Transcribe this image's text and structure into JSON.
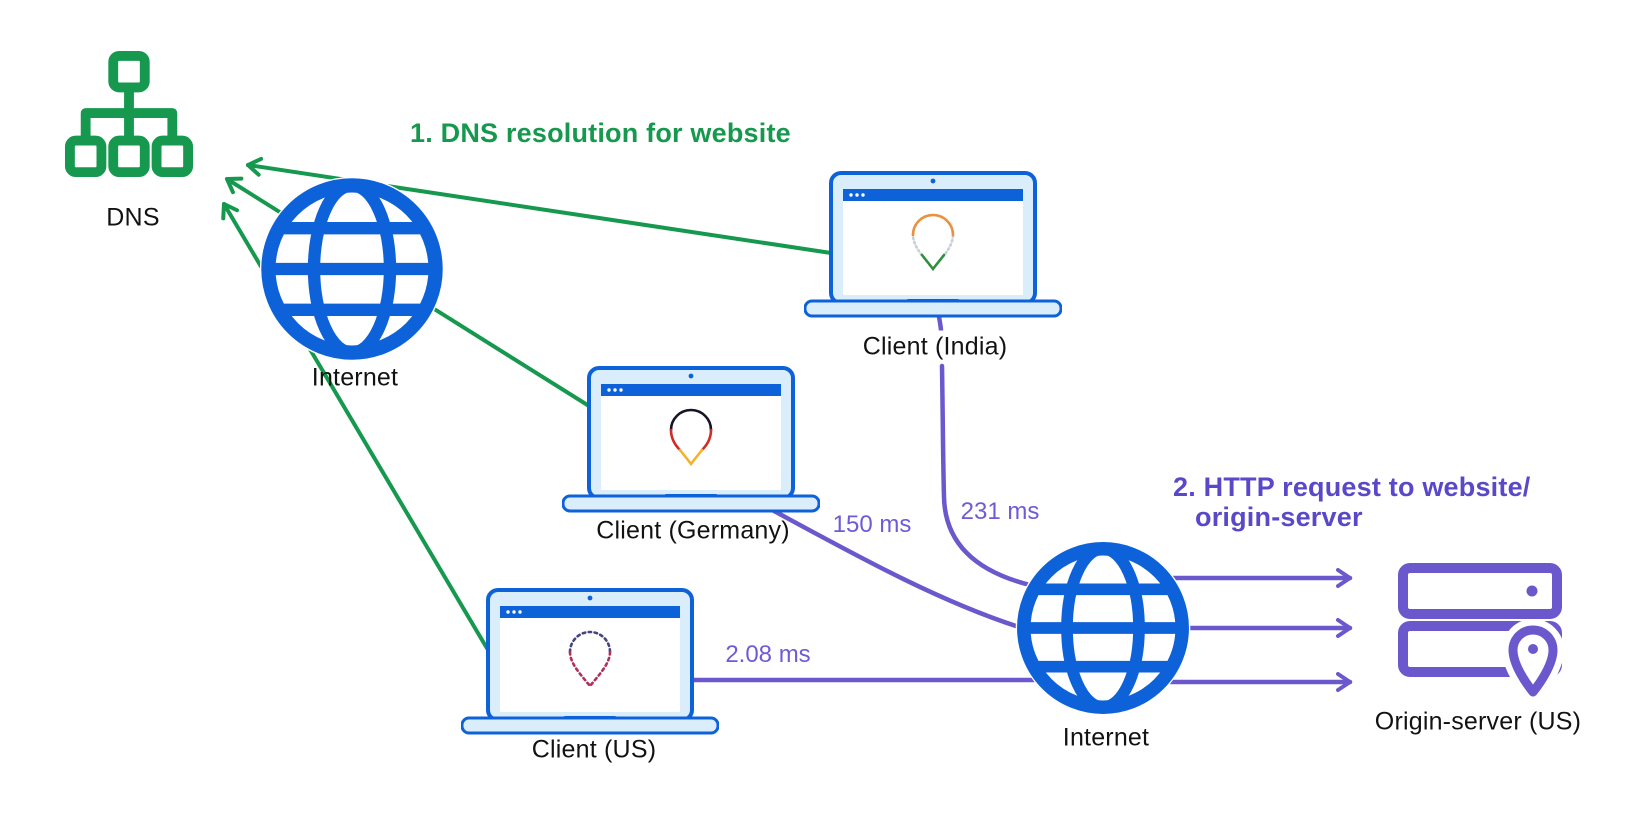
{
  "colors": {
    "green": "#16994E",
    "blue": "#0E62D9",
    "blue_light": "#D9EDFB",
    "purple": "#6A58CC",
    "purple_text": "#5A48C9",
    "purple_label": "#6E5BD6",
    "text": "#121212",
    "background": "#FFFFFF"
  },
  "headings": {
    "dns_flow": "1. DNS resolution for website",
    "http_flow_line1": "2. HTTP request to website/",
    "http_flow_line2": "origin-server"
  },
  "nodes": {
    "dns": {
      "label": "DNS",
      "icon": "dns-tree-icon"
    },
    "internet_left": {
      "label": "Internet",
      "icon": "globe-icon"
    },
    "internet_right": {
      "label": "Internet",
      "icon": "globe-icon"
    },
    "client_india": {
      "label": "Client (India)",
      "icon": "laptop-icon",
      "pin": "india-flag-pin-icon"
    },
    "client_germany": {
      "label": "Client (Germany)",
      "icon": "laptop-icon",
      "pin": "germany-flag-pin-icon"
    },
    "client_us": {
      "label": "Client (US)",
      "icon": "laptop-icon",
      "pin": "us-flag-pin-icon"
    },
    "origin_server": {
      "label": "Origin-server (US)",
      "icon": "server-location-icon"
    }
  },
  "latencies": {
    "india": "231 ms",
    "germany": "150 ms",
    "us": "2.08 ms"
  }
}
